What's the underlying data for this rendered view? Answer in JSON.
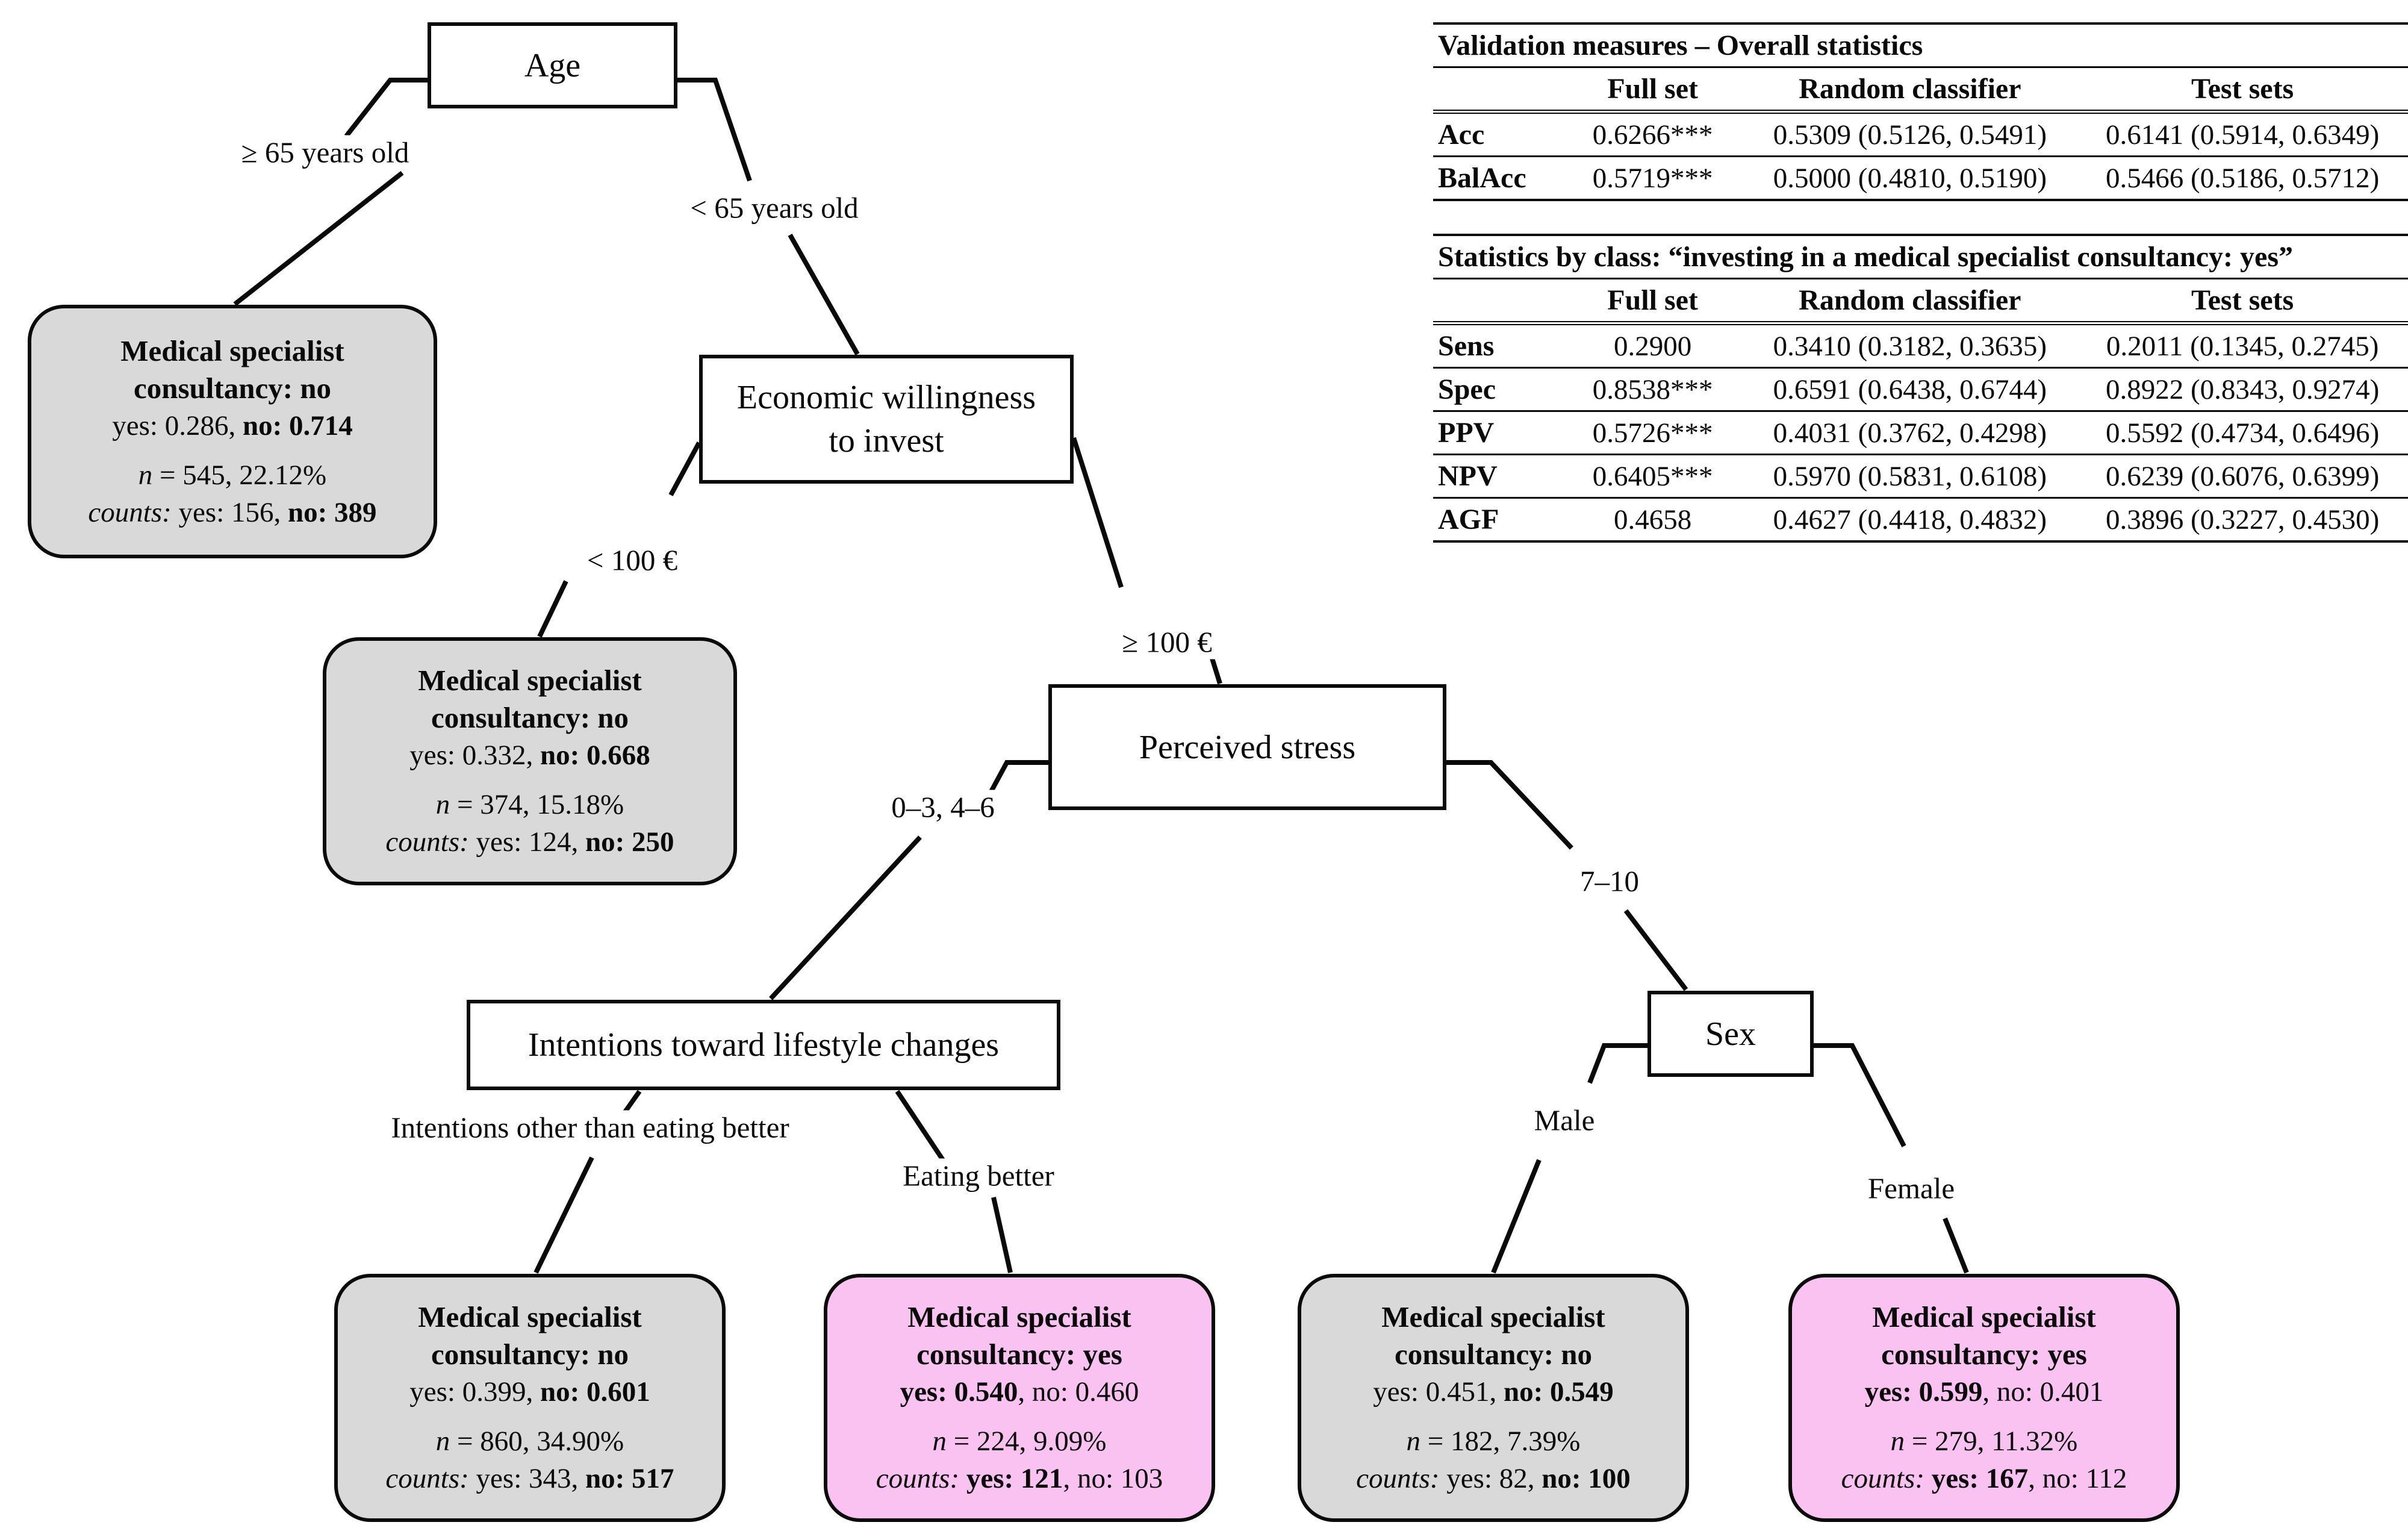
{
  "colors": {
    "leaf_no_fill": "#d9d9d9",
    "leaf_yes_fill": "#f9c2f0",
    "line": "#0a0a0a",
    "background": "#ffffff"
  },
  "tree": {
    "nodes": {
      "age": {
        "label": "Age"
      },
      "economic": {
        "label": "Economic willingness\nto invest"
      },
      "stress": {
        "label": "Perceived stress"
      },
      "intentions": {
        "label": "Intentions toward lifestyle changes"
      },
      "sex": {
        "label": "Sex"
      }
    },
    "edges": {
      "age_left": "≥ 65 years old",
      "age_right": "< 65 years old",
      "econ_left": "< 100 €",
      "econ_right": "≥ 100 €",
      "stress_left": "0–3, 4–6",
      "stress_right": "7–10",
      "intentions_left": "Intentions other than eating better",
      "intentions_right": "Eating better",
      "sex_left": "Male",
      "sex_right": "Female"
    },
    "leaves": [
      {
        "id": "leaf-age-ge65",
        "class_label": "no",
        "title": "Medical specialist\nconsultancy: no",
        "prob_parts": [
          {
            "text": "yes: 0.286, "
          },
          {
            "text": "no: 0.714",
            "bold": true
          }
        ],
        "n_parts": [
          {
            "text": "n",
            "italic": true
          },
          {
            "text": " = 545, 22.12%"
          }
        ],
        "counts_parts": [
          {
            "text": "counts:",
            "italic": true
          },
          {
            "text": " yes: 156, "
          },
          {
            "text": "no: 389",
            "bold": true
          }
        ]
      },
      {
        "id": "leaf-econ-lt100",
        "class_label": "no",
        "title": "Medical specialist\nconsultancy: no",
        "prob_parts": [
          {
            "text": "yes: 0.332, "
          },
          {
            "text": "no: 0.668",
            "bold": true
          }
        ],
        "n_parts": [
          {
            "text": "n",
            "italic": true
          },
          {
            "text": " = 374, 15.18%"
          }
        ],
        "counts_parts": [
          {
            "text": "counts:",
            "italic": true
          },
          {
            "text": " yes: 124, "
          },
          {
            "text": "no: 250",
            "bold": true
          }
        ]
      },
      {
        "id": "leaf-int-other",
        "class_label": "no",
        "title": "Medical specialist\nconsultancy: no",
        "prob_parts": [
          {
            "text": "yes: 0.399, "
          },
          {
            "text": "no: 0.601",
            "bold": true
          }
        ],
        "n_parts": [
          {
            "text": "n",
            "italic": true
          },
          {
            "text": " = 860, 34.90%"
          }
        ],
        "counts_parts": [
          {
            "text": "counts:",
            "italic": true
          },
          {
            "text": " yes: 343, "
          },
          {
            "text": "no: 517",
            "bold": true
          }
        ]
      },
      {
        "id": "leaf-int-eating",
        "class_label": "yes",
        "title": "Medical specialist\nconsultancy: yes",
        "prob_parts": [
          {
            "text": "yes: 0.540",
            "bold": true
          },
          {
            "text": ", no: 0.460"
          }
        ],
        "n_parts": [
          {
            "text": "n",
            "italic": true
          },
          {
            "text": " = 224, 9.09%"
          }
        ],
        "counts_parts": [
          {
            "text": "counts:",
            "italic": true
          },
          {
            "text": " "
          },
          {
            "text": "yes: 121",
            "bold": true
          },
          {
            "text": ", no: 103"
          }
        ]
      },
      {
        "id": "leaf-sex-male",
        "class_label": "no",
        "title": "Medical specialist\nconsultancy: no",
        "prob_parts": [
          {
            "text": "yes: 0.451, "
          },
          {
            "text": "no: 0.549",
            "bold": true
          }
        ],
        "n_parts": [
          {
            "text": "n",
            "italic": true
          },
          {
            "text": " = 182, 7.39%"
          }
        ],
        "counts_parts": [
          {
            "text": "counts:",
            "italic": true
          },
          {
            "text": " yes: 82, "
          },
          {
            "text": "no: 100",
            "bold": true
          }
        ]
      },
      {
        "id": "leaf-sex-female",
        "class_label": "yes",
        "title": "Medical specialist\nconsultancy: yes",
        "prob_parts": [
          {
            "text": "yes: 0.599",
            "bold": true
          },
          {
            "text": ", no: 0.401"
          }
        ],
        "n_parts": [
          {
            "text": "n",
            "italic": true
          },
          {
            "text": " = 279, 11.32%"
          }
        ],
        "counts_parts": [
          {
            "text": "counts:",
            "italic": true
          },
          {
            "text": " "
          },
          {
            "text": "yes: 167",
            "bold": true
          },
          {
            "text": ", no: 112"
          }
        ]
      }
    ]
  },
  "tables": [
    {
      "title": "Validation measures – Overall statistics",
      "columns": [
        "",
        "Full set",
        "Random classifier",
        "Test sets"
      ],
      "rows": [
        [
          "Acc",
          "0.6266***",
          "0.5309 (0.5126, 0.5491)",
          "0.6141 (0.5914, 0.6349)"
        ],
        [
          "BalAcc",
          "0.5719***",
          "0.5000 (0.4810, 0.5190)",
          "0.5466 (0.5186, 0.5712)"
        ]
      ]
    },
    {
      "title": "Statistics by class: “investing in a medical specialist consultancy: yes”",
      "columns": [
        "",
        "Full set",
        "Random classifier",
        "Test sets"
      ],
      "rows": [
        [
          "Sens",
          "0.2900",
          "0.3410 (0.3182, 0.3635)",
          "0.2011 (0.1345, 0.2745)"
        ],
        [
          "Spec",
          "0.8538***",
          "0.6591 (0.6438, 0.6744)",
          "0.8922 (0.8343, 0.9274)"
        ],
        [
          "PPV",
          "0.5726***",
          "0.4031 (0.3762, 0.4298)",
          "0.5592 (0.4734, 0.6496)"
        ],
        [
          "NPV",
          "0.6405***",
          "0.5970 (0.5831, 0.6108)",
          "0.6239 (0.6076, 0.6399)"
        ],
        [
          "AGF",
          "0.4658",
          "0.4627 (0.4418, 0.4832)",
          "0.3896 (0.3227, 0.4530)"
        ]
      ]
    }
  ]
}
